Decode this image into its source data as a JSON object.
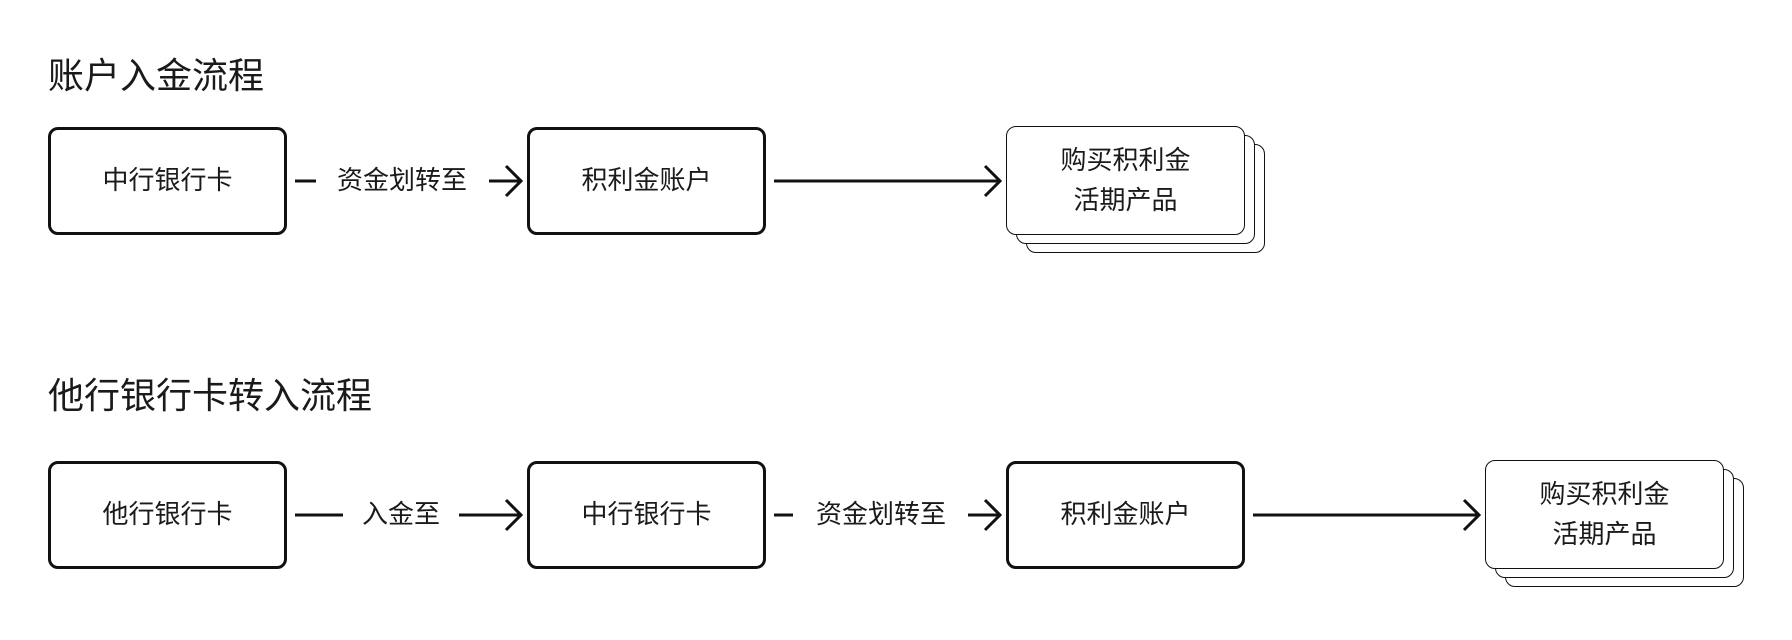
{
  "flows": [
    {
      "title": "账户入金流程",
      "nodes": [
        {
          "label": "中行银行卡"
        },
        {
          "label": "积利金账户"
        }
      ],
      "edges": [
        {
          "label": "资金划转至"
        }
      ],
      "product": {
        "line1": "购买积利金",
        "line2": "活期产品"
      }
    },
    {
      "title": "他行银行卡转入流程",
      "nodes": [
        {
          "label": "他行银行卡"
        },
        {
          "label": "中行银行卡"
        },
        {
          "label": "积利金账户"
        }
      ],
      "edges": [
        {
          "label": "入金至"
        },
        {
          "label": "资金划转至"
        }
      ],
      "product": {
        "line1": "购买积利金",
        "line2": "活期产品"
      }
    }
  ]
}
